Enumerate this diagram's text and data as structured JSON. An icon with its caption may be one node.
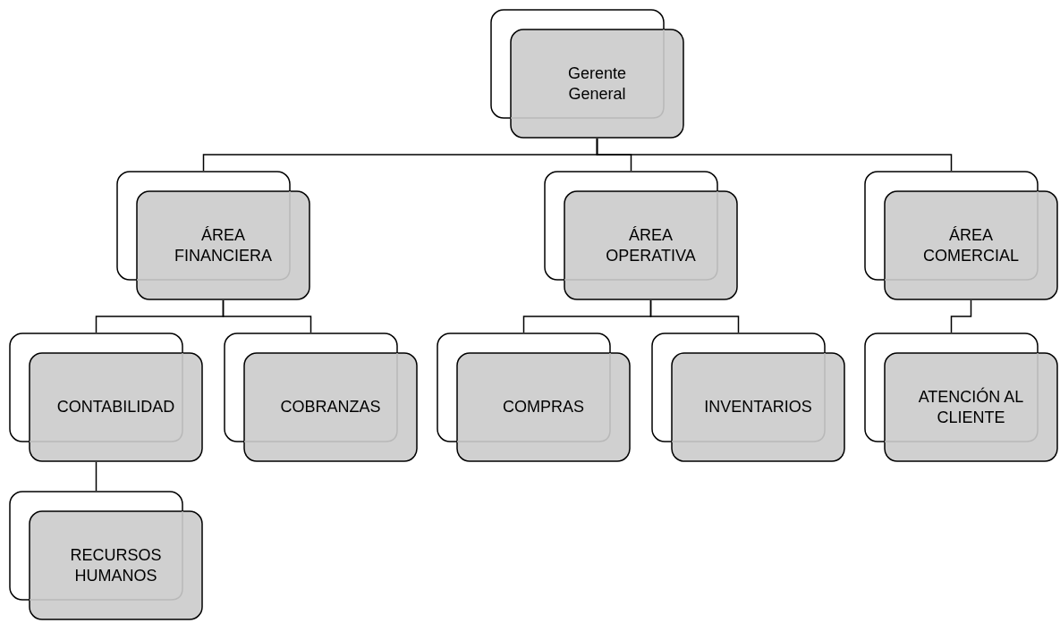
{
  "diagram": {
    "nodes": [
      {
        "text": [
          "Gerente General"
        ]
      },
      {
        "text": [
          "ÁREA FINANCIERA"
        ]
      },
      {
        "text": [
          "ÁREA OPERATIVA"
        ]
      },
      {
        "text": [
          "ÁREA COMERCIAL"
        ]
      },
      {
        "text": [
          "CONTABILIDAD"
        ]
      },
      {
        "text": [
          "COBRANZAS"
        ]
      },
      {
        "text": [
          "COMPRAS"
        ]
      },
      {
        "text": [
          "INVENTARIOS"
        ]
      },
      {
        "text": [
          "ATENCIÓN AL CLIENTE"
        ]
      },
      {
        "text": [
          "RECURSOS HUMANOS"
        ]
      }
    ],
    "edges": [
      {
        "from": 0,
        "to": 1,
        "arrow": "none"
      },
      {
        "from": 0,
        "to": 2,
        "arrow": "none"
      },
      {
        "from": 0,
        "to": 3,
        "arrow": "none"
      },
      {
        "from": 1,
        "to": 4,
        "arrow": "none"
      },
      {
        "from": 1,
        "to": 5,
        "arrow": "none"
      },
      {
        "from": 2,
        "to": 6,
        "arrow": "none"
      },
      {
        "from": 2,
        "to": 7,
        "arrow": "none"
      },
      {
        "from": 3,
        "to": 8,
        "arrow": "none"
      },
      {
        "from": 4,
        "to": 9,
        "arrow": "none"
      }
    ]
  }
}
